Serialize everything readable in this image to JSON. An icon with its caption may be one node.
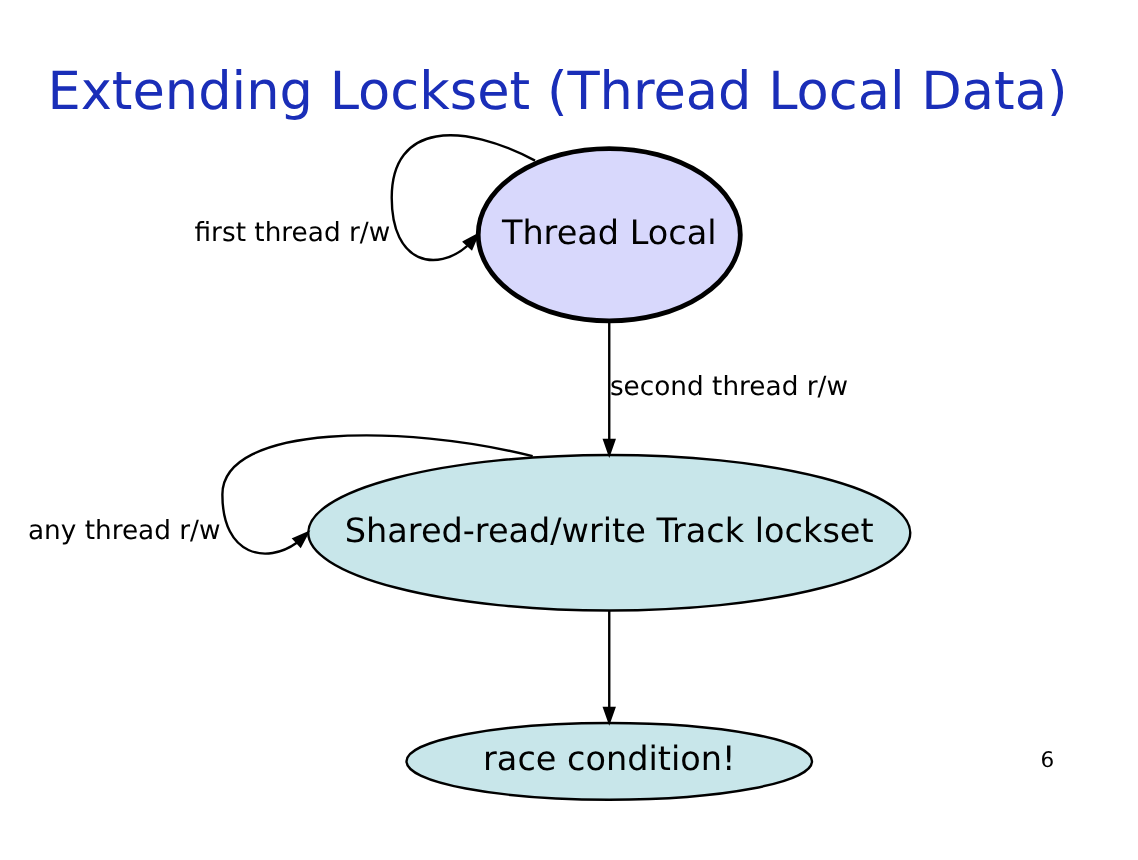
{
  "diagram": {
    "title": "Extending Lockset (Thread Local Data)",
    "nodes": [
      {
        "text": [
          "Thread Local"
        ]
      },
      {
        "text": [
          "Shared-read/write Track lockset"
        ]
      },
      {
        "text": [
          "race condition!"
        ]
      }
    ],
    "edges": [
      {
        "from": 0,
        "to": 0,
        "arrow": "to",
        "label": "first thread r/w"
      },
      {
        "from": 0,
        "to": 1,
        "arrow": "to",
        "label": "second thread r/w"
      },
      {
        "from": 1,
        "to": 1,
        "arrow": "to",
        "label": "any thread r/w"
      },
      {
        "from": 1,
        "to": 2,
        "arrow": "to"
      }
    ],
    "labels": [
      "6"
    ]
  }
}
